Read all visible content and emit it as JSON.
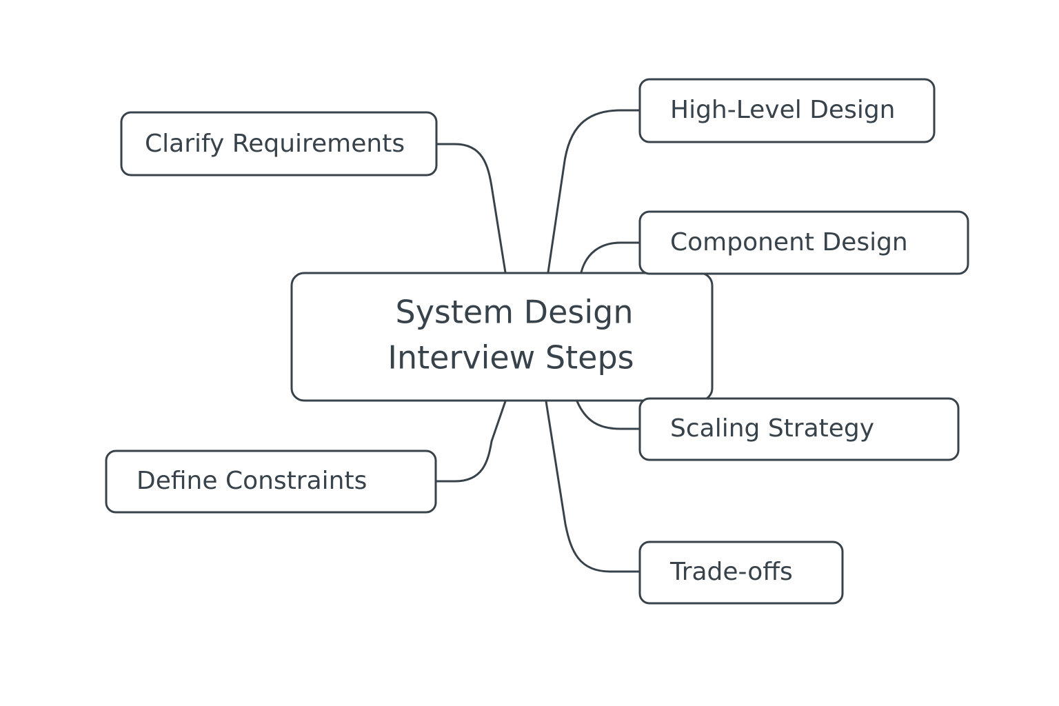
{
  "diagram": {
    "center": {
      "line1": "System Design",
      "line2": "Interview Steps"
    },
    "nodes": {
      "clarify": "Clarify Requirements",
      "constraints": "Define Constraints",
      "high_level": "High-Level Design",
      "component": "Component Design",
      "scaling": "Scaling Strategy",
      "tradeoffs": "Trade-offs"
    }
  },
  "colors": {
    "stroke": "#37424a",
    "text": "#37424a",
    "background": "#ffffff"
  }
}
